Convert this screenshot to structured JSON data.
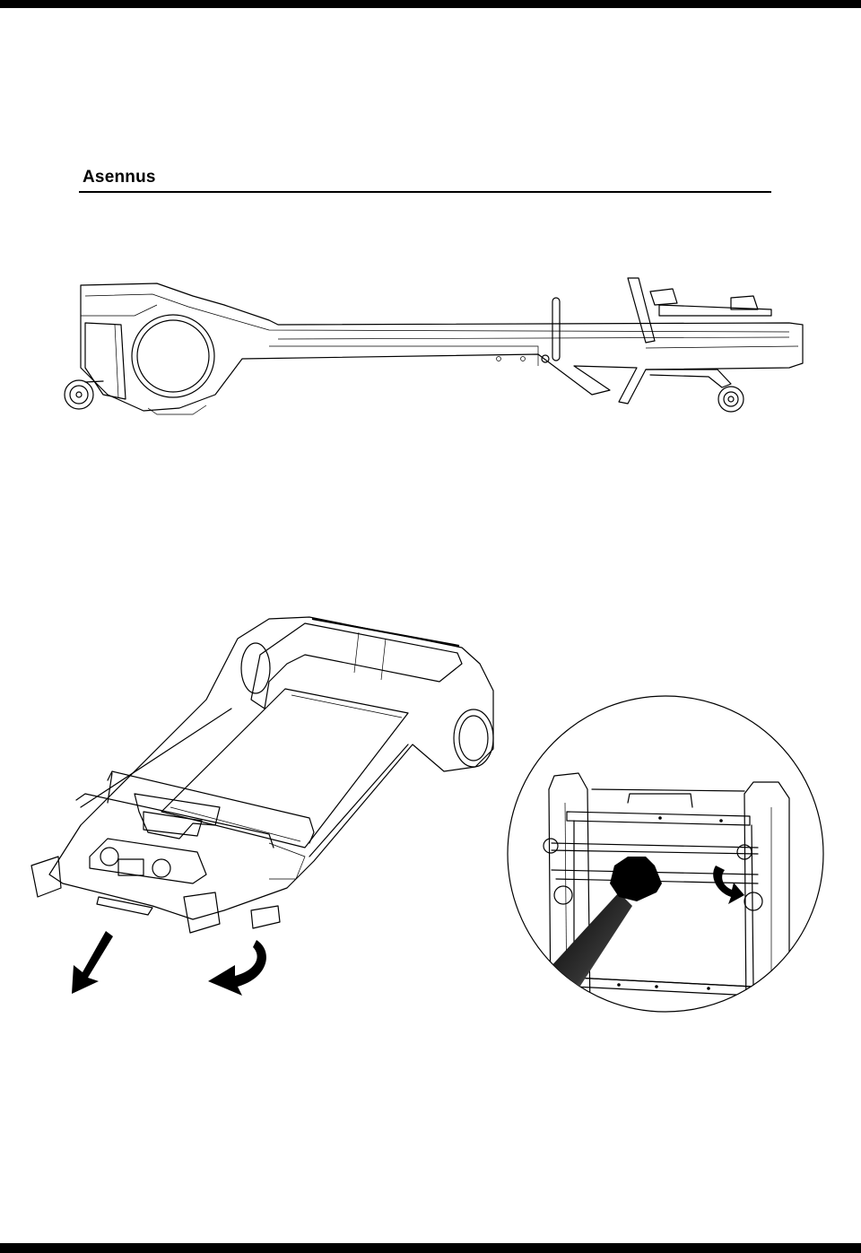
{
  "document": {
    "heading": "Asennus"
  },
  "figures": {
    "side_view": {
      "icon": "treadmill-side-view-drawing"
    },
    "folding_view": {
      "icon": "treadmill-folding-perspective-drawing"
    },
    "detail_view": {
      "icon": "lock-bar-detail-circle-drawing"
    }
  }
}
